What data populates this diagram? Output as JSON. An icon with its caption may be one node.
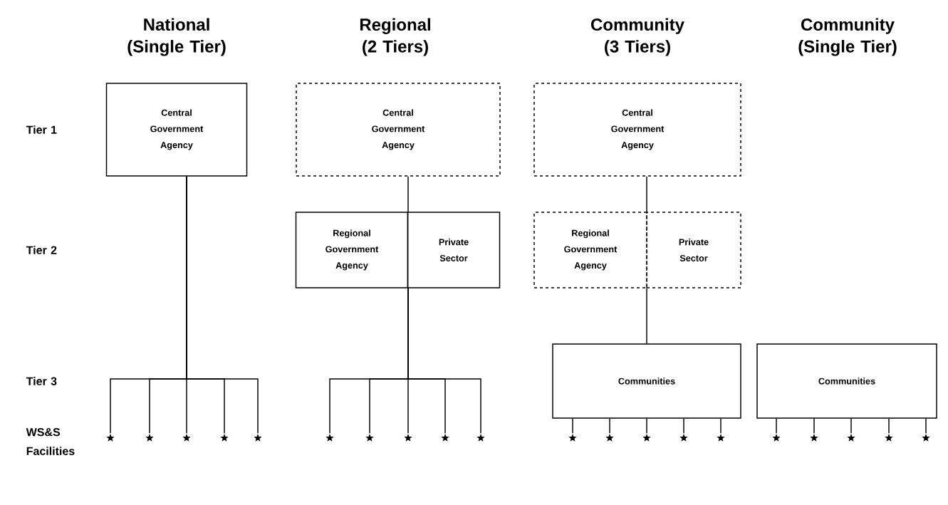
{
  "diagram": {
    "nodes": [
      {
        "text": [
          "Central Government Agency"
        ]
      },
      {
        "text": [
          "Central Government Agency"
        ]
      },
      {
        "text": [
          "Regional Government Agency"
        ]
      },
      {
        "text": [
          "Private Sector"
        ]
      },
      {
        "text": [
          "Central Government Agency"
        ]
      },
      {
        "text": [
          "Regional Government Agency"
        ]
      },
      {
        "text": [
          "Private Sector"
        ]
      },
      {
        "text": [
          "Communities"
        ]
      },
      {
        "text": [
          "Communities"
        ]
      },
      {
        "text": [],
        "shape": "star"
      },
      {
        "text": [],
        "shape": "star"
      },
      {
        "text": [],
        "shape": "star"
      },
      {
        "text": [],
        "shape": "star"
      },
      {
        "text": [],
        "shape": "star"
      },
      {
        "text": [],
        "shape": "star"
      },
      {
        "text": [],
        "shape": "star"
      },
      {
        "text": [],
        "shape": "star"
      },
      {
        "text": [],
        "shape": "star"
      },
      {
        "text": [],
        "shape": "star"
      },
      {
        "text": [],
        "shape": "star"
      },
      {
        "text": [],
        "shape": "star"
      },
      {
        "text": [],
        "shape": "star"
      },
      {
        "text": [],
        "shape": "star"
      },
      {
        "text": [],
        "shape": "star"
      },
      {
        "text": [],
        "shape": "star"
      },
      {
        "text": [],
        "shape": "star"
      },
      {
        "text": [],
        "shape": "star"
      },
      {
        "text": [],
        "shape": "star"
      },
      {
        "text": [],
        "shape": "star"
      }
    ],
    "edges": [
      {
        "from": 0,
        "to": 9,
        "arrow": "none"
      },
      {
        "from": 0,
        "to": 10,
        "arrow": "none"
      },
      {
        "from": 0,
        "to": 11,
        "arrow": "none"
      },
      {
        "from": 0,
        "to": 12,
        "arrow": "none"
      },
      {
        "from": 0,
        "to": 13,
        "arrow": "none"
      },
      {
        "from": 1,
        "to": 2,
        "arrow": "none"
      },
      {
        "from": 2,
        "to": 14,
        "arrow": "none"
      },
      {
        "from": 2,
        "to": 15,
        "arrow": "none"
      },
      {
        "from": 2,
        "to": 16,
        "arrow": "none"
      },
      {
        "from": 2,
        "to": 17,
        "arrow": "none"
      },
      {
        "from": 2,
        "to": 18,
        "arrow": "none"
      },
      {
        "from": 4,
        "to": 5,
        "arrow": "none"
      },
      {
        "from": 5,
        "to": 7,
        "arrow": "none"
      },
      {
        "from": 7,
        "to": 19,
        "arrow": "none"
      },
      {
        "from": 7,
        "to": 20,
        "arrow": "none"
      },
      {
        "from": 7,
        "to": 21,
        "arrow": "none"
      },
      {
        "from": 7,
        "to": 22,
        "arrow": "none"
      },
      {
        "from": 7,
        "to": 23,
        "arrow": "none"
      },
      {
        "from": 8,
        "to": 24,
        "arrow": "none"
      },
      {
        "from": 8,
        "to": 25,
        "arrow": "none"
      },
      {
        "from": 8,
        "to": 26,
        "arrow": "none"
      },
      {
        "from": 8,
        "to": 27,
        "arrow": "none"
      },
      {
        "from": 8,
        "to": 28,
        "arrow": "none"
      }
    ],
    "labels": [
      "National (Single Tier)",
      "Regional (2 Tiers)",
      "Community (3 Tiers)",
      "Community (Single Tier)",
      "Tier 1",
      "Tier 2",
      "Tier 3",
      "WS&S Facilities"
    ]
  }
}
